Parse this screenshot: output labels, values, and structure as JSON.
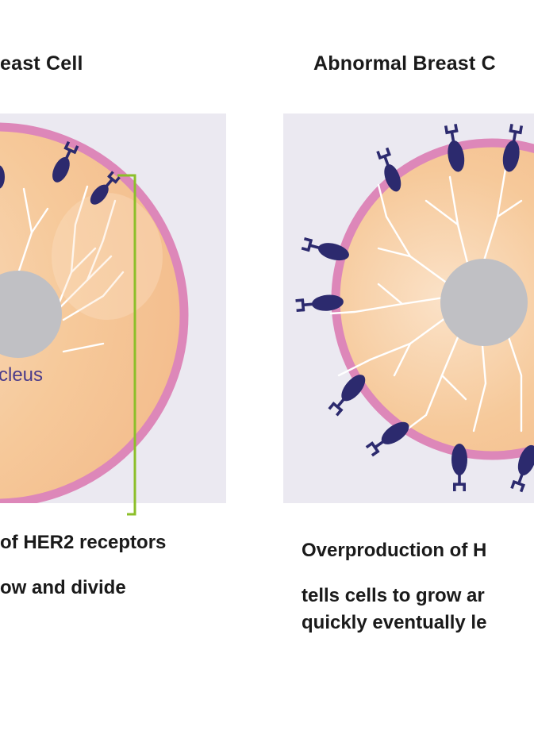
{
  "left_panel": {
    "title": "east Cell",
    "nucleus_label": "cleus",
    "caption_line1": "of HER2 receptors",
    "caption_line2": "ow and divide"
  },
  "right_panel": {
    "title": "Abnormal Breast C",
    "caption_line1": "Overproduction of H",
    "caption_line2": "tells cells to grow ar",
    "caption_line3": "quickly eventually le"
  },
  "colors": {
    "panel_bg": "#ebe9f1",
    "cytoplasm": "#f6c99a",
    "membrane": "#dd87b9",
    "nucleus": "#c0c0c4",
    "receptor": "#2c2a6e",
    "pointer_line": "#8cbf2a",
    "nucleus_text": "#4a3b8a"
  }
}
